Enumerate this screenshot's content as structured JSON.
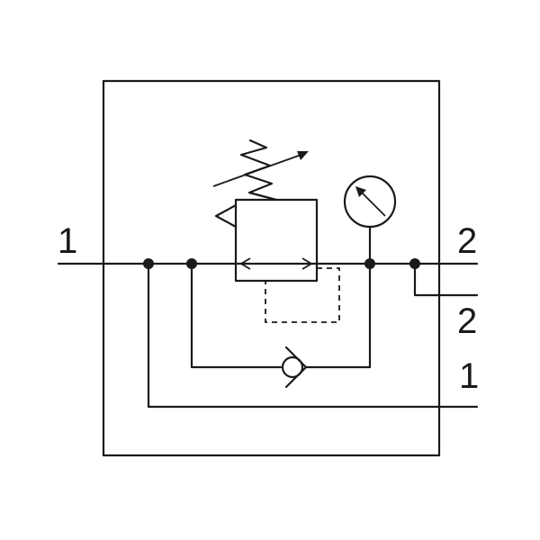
{
  "diagram": {
    "ports": {
      "inlet_main": "1",
      "outlet_main": "2",
      "outlet_secondary": "2",
      "return_port": "1"
    },
    "colors": {
      "stroke": "#1a1a1a",
      "background": "#ffffff"
    }
  }
}
